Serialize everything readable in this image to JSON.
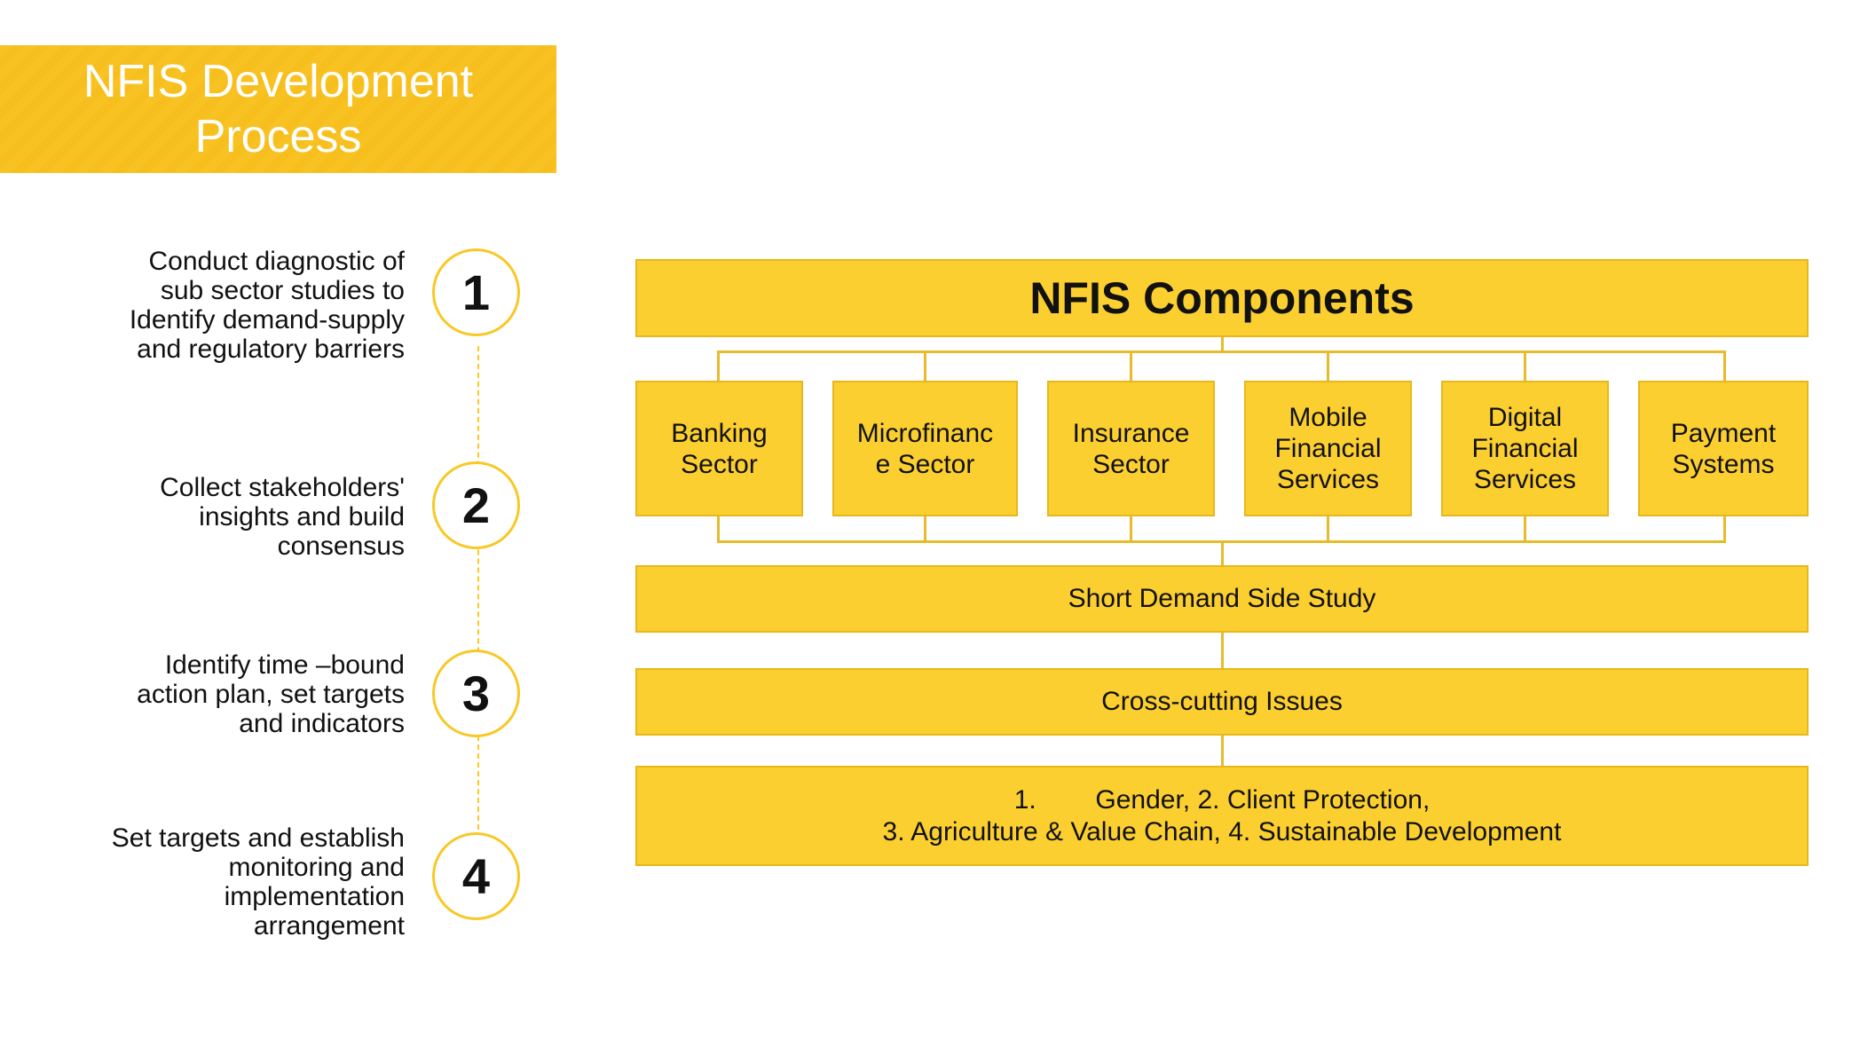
{
  "title": "NFIS Development\nProcess",
  "steps": [
    {
      "number": "1",
      "text": "Conduct diagnostic of sub sector studies to Identify demand-supply and regulatory barriers"
    },
    {
      "number": "2",
      "text": "Collect stakeholders' insights and build consensus"
    },
    {
      "number": "3",
      "text": "Identify time –bound action plan, set targets and indicators"
    },
    {
      "number": "4",
      "text": "Set targets and establish monitoring and implementation arrangement"
    }
  ],
  "components": {
    "title": "NFIS Components",
    "items": [
      "Banking\nSector",
      "Microfinanc\ne Sector",
      "Insurance\nSector",
      "Mobile\nFinancial\nServices",
      "Digital\nFinancial\nServices",
      "Payment\nSystems"
    ],
    "demand_study": "Short Demand Side Study",
    "cross_cutting": "Cross-cutting Issues",
    "issues_line1": "1.        Gender, 2. Client Protection,",
    "issues_line2": "3. Agriculture & Value Chain, 4. Sustainable Development"
  },
  "colors": {
    "accent_yellow": "#fccf30",
    "banner_yellow": "#f8c322",
    "connector": "#e6bb2c",
    "text": "#111111"
  }
}
